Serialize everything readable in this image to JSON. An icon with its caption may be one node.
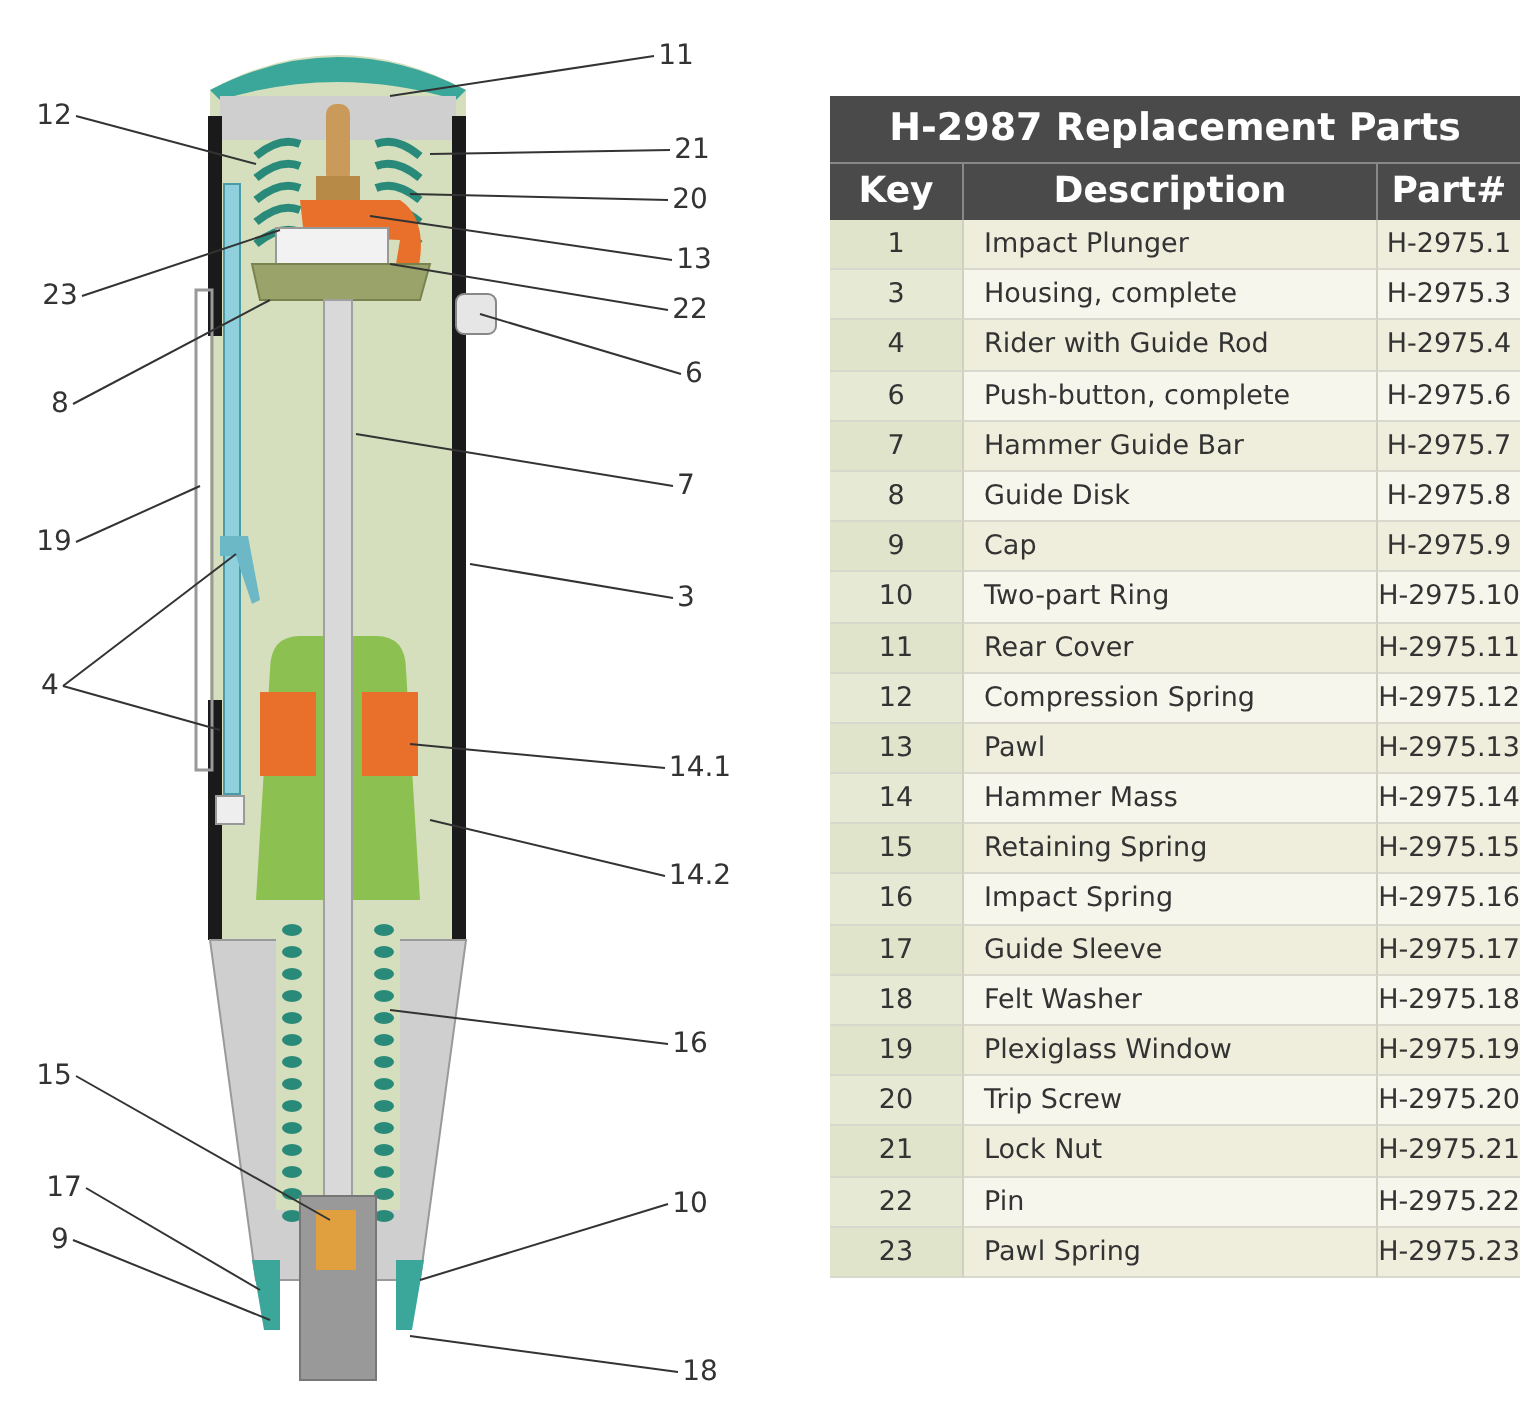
{
  "diagram": {
    "title": "H-2987 Replacement Parts",
    "nodes": [
      {
        "text": [
          "11"
        ]
      },
      {
        "text": [
          "12"
        ]
      },
      {
        "text": [
          "21"
        ]
      },
      {
        "text": [
          "20"
        ]
      },
      {
        "text": [
          "13"
        ]
      },
      {
        "text": [
          "23"
        ]
      },
      {
        "text": [
          "22"
        ]
      },
      {
        "text": [
          "6"
        ]
      },
      {
        "text": [
          "8"
        ]
      },
      {
        "text": [
          "7"
        ]
      },
      {
        "text": [
          "19"
        ]
      },
      {
        "text": [
          "4"
        ]
      },
      {
        "text": [
          "3"
        ]
      },
      {
        "text": [
          "14.1"
        ]
      },
      {
        "text": [
          "14.2"
        ]
      },
      {
        "text": [
          "16"
        ]
      },
      {
        "text": [
          "15"
        ]
      },
      {
        "text": [
          "17"
        ]
      },
      {
        "text": [
          "10"
        ]
      },
      {
        "text": [
          "9"
        ]
      },
      {
        "text": [
          "18"
        ]
      }
    ],
    "edges": [
      {
        "from": 0,
        "to": null,
        "arrow": "none"
      },
      {
        "from": 1,
        "to": null,
        "arrow": "none"
      },
      {
        "from": 2,
        "to": null,
        "arrow": "none"
      },
      {
        "from": 3,
        "to": null,
        "arrow": "none"
      },
      {
        "from": 4,
        "to": null,
        "arrow": "none"
      },
      {
        "from": 5,
        "to": null,
        "arrow": "none"
      },
      {
        "from": 6,
        "to": null,
        "arrow": "none"
      },
      {
        "from": 7,
        "to": null,
        "arrow": "none"
      },
      {
        "from": 8,
        "to": null,
        "arrow": "none"
      },
      {
        "from": 9,
        "to": null,
        "arrow": "none"
      },
      {
        "from": 10,
        "to": null,
        "arrow": "none"
      },
      {
        "from": 11,
        "to": null,
        "arrow": "none"
      },
      {
        "from": 11,
        "to": null,
        "arrow": "none"
      },
      {
        "from": 12,
        "to": null,
        "arrow": "none"
      },
      {
        "from": 13,
        "to": null,
        "arrow": "none"
      },
      {
        "from": 14,
        "to": null,
        "arrow": "none"
      },
      {
        "from": 15,
        "to": null,
        "arrow": "none"
      },
      {
        "from": 16,
        "to": null,
        "arrow": "none"
      },
      {
        "from": 17,
        "to": null,
        "arrow": "none"
      },
      {
        "from": 18,
        "to": null,
        "arrow": "none"
      },
      {
        "from": 19,
        "to": null,
        "arrow": "none"
      },
      {
        "from": 20,
        "to": null,
        "arrow": "none"
      }
    ],
    "labels": [
      "Key",
      "Description",
      "Part#",
      "1",
      "Impact Plunger",
      "H-2975.1",
      "3",
      "Housing, complete",
      "H-2975.3",
      "4",
      "Rider with Guide Rod",
      "H-2975.4",
      "6",
      "Push-button, complete",
      "H-2975.6",
      "7",
      "Hammer Guide Bar",
      "H-2975.7",
      "8",
      "Guide Disk",
      "H-2975.8",
      "9",
      "Cap",
      "H-2975.9",
      "10",
      "Two-part Ring",
      "H-2975.10",
      "11",
      "Rear Cover",
      "H-2975.11",
      "12",
      "Compression Spring",
      "H-2975.12",
      "13",
      "Pawl",
      "H-2975.13",
      "14",
      "Hammer Mass",
      "H-2975.14",
      "15",
      "Retaining Spring",
      "H-2975.15",
      "16",
      "Impact Spring",
      "H-2975.16",
      "17",
      "Guide Sleeve",
      "H-2975.17",
      "18",
      "Felt Washer",
      "H-2975.18",
      "19",
      "Plexiglass Window",
      "H-2975.19",
      "20",
      "Trip Screw",
      "H-2975.20",
      "21",
      "Lock Nut",
      "H-2975.21",
      "22",
      "Pin",
      "H-2975.22",
      "23",
      "Pawl Spring",
      "H-2975.23"
    ]
  }
}
